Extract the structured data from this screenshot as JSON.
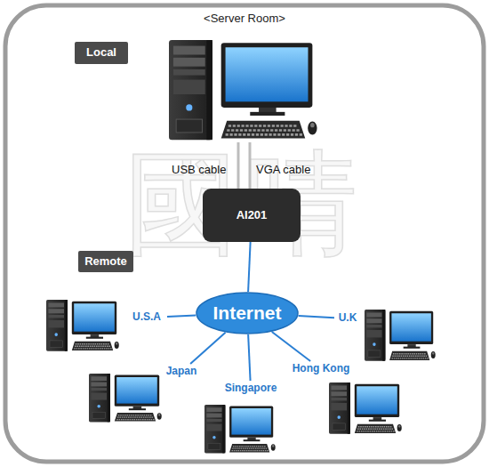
{
  "diagram": {
    "title": "<Server Room>",
    "nodes": [
      {
        "text": [
          "Local"
        ]
      },
      {
        "text": [
          "AI201"
        ]
      },
      {
        "text": [
          "Remote"
        ]
      },
      {
        "text": [
          "Internet"
        ]
      },
      {
        "text": [
          "U.S.A"
        ]
      },
      {
        "text": [
          "U.K"
        ]
      },
      {
        "text": [
          "Hong Kong"
        ]
      },
      {
        "text": [
          "Japan"
        ]
      },
      {
        "text": [
          "Singapore"
        ]
      }
    ],
    "edges": [
      {
        "from": 1,
        "to": 3,
        "arrow": "none"
      },
      {
        "from": 3,
        "to": 4,
        "arrow": "none"
      },
      {
        "from": 3,
        "to": 5,
        "arrow": "none"
      },
      {
        "from": 3,
        "to": 6,
        "arrow": "none"
      },
      {
        "from": 3,
        "to": 7,
        "arrow": "none"
      },
      {
        "from": 3,
        "to": 8,
        "arrow": "none"
      }
    ],
    "labels": [
      "USB cable",
      "VGA cable",
      "國晴"
    ]
  }
}
